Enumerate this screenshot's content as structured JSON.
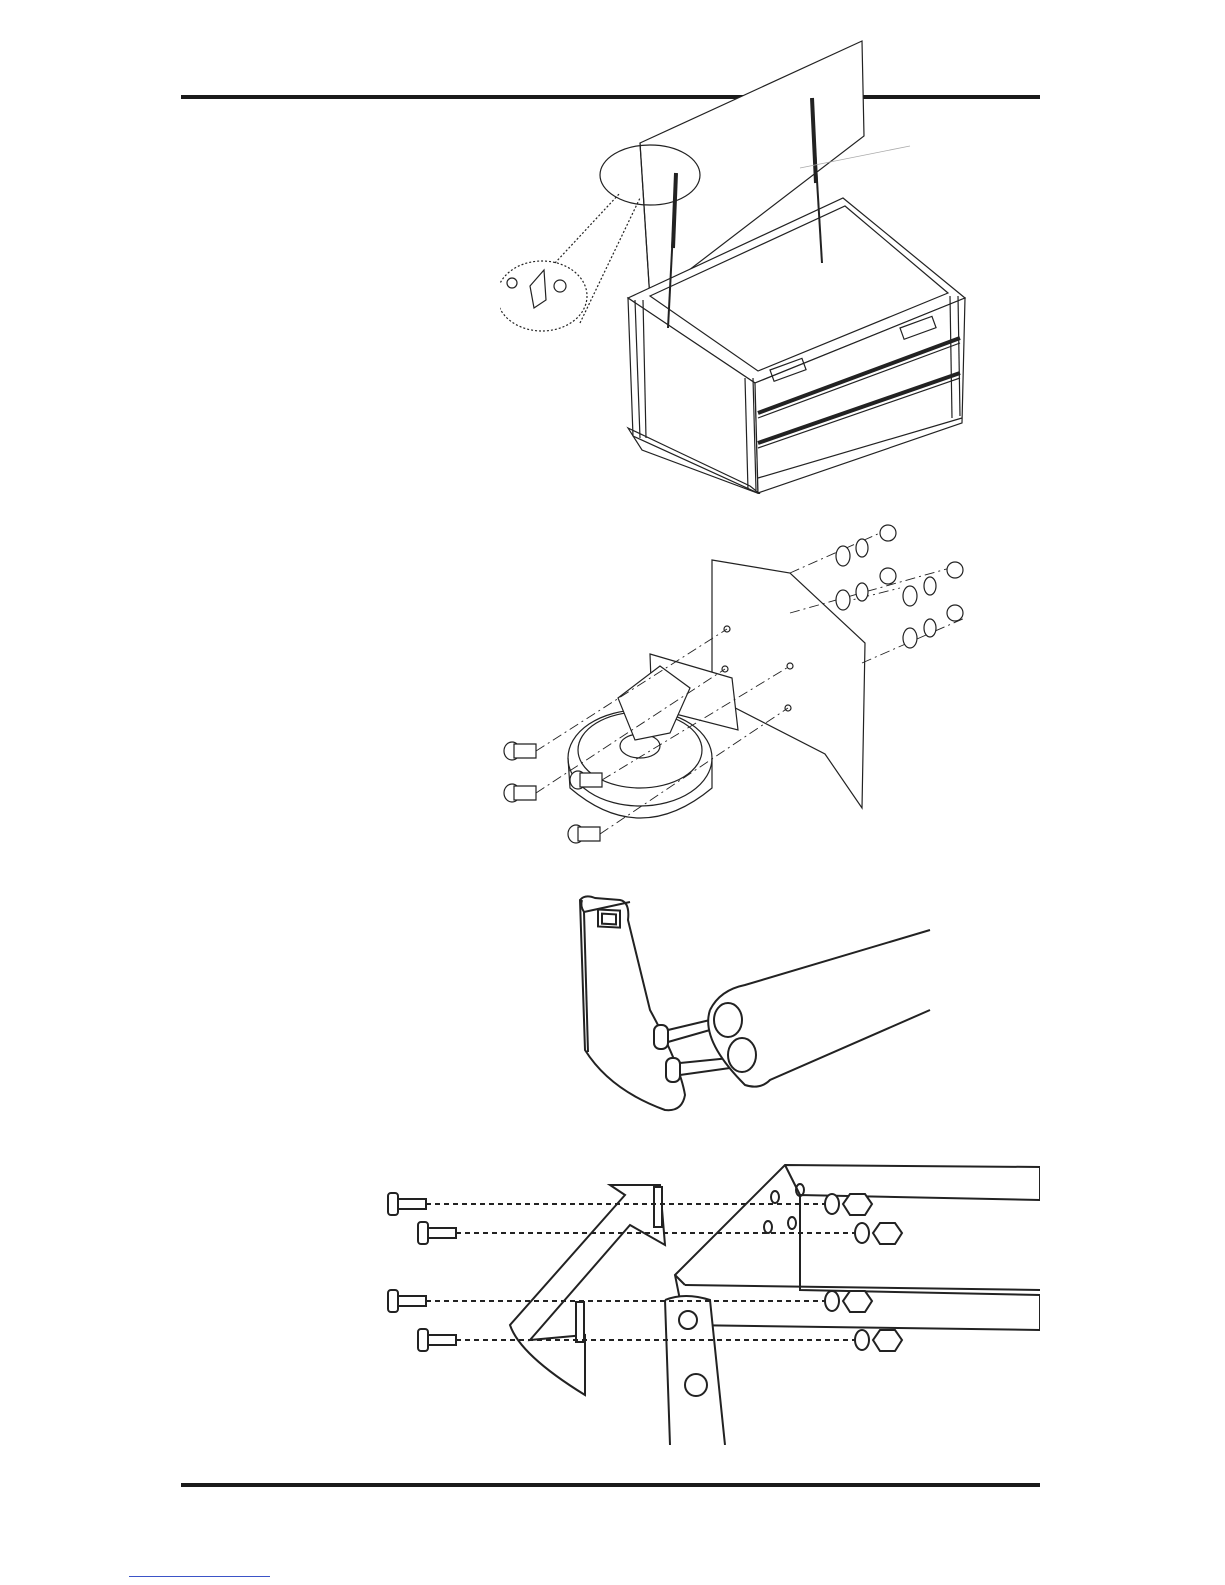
{
  "page": {
    "figures": [
      {
        "id": "fig-lid-struts",
        "icon": "toolbox-gas-strut-assembly-diagram"
      },
      {
        "id": "fig-caster",
        "icon": "caster-mounting-bolt-diagram"
      },
      {
        "id": "fig-handle-end",
        "icon": "handle-end-cap-diagram"
      },
      {
        "id": "fig-handle-bracket",
        "icon": "handle-bracket-bolt-diagram"
      }
    ],
    "colors": {
      "rule": "#1a1a1a",
      "line": "#222222",
      "link": "#3b54c7"
    }
  }
}
